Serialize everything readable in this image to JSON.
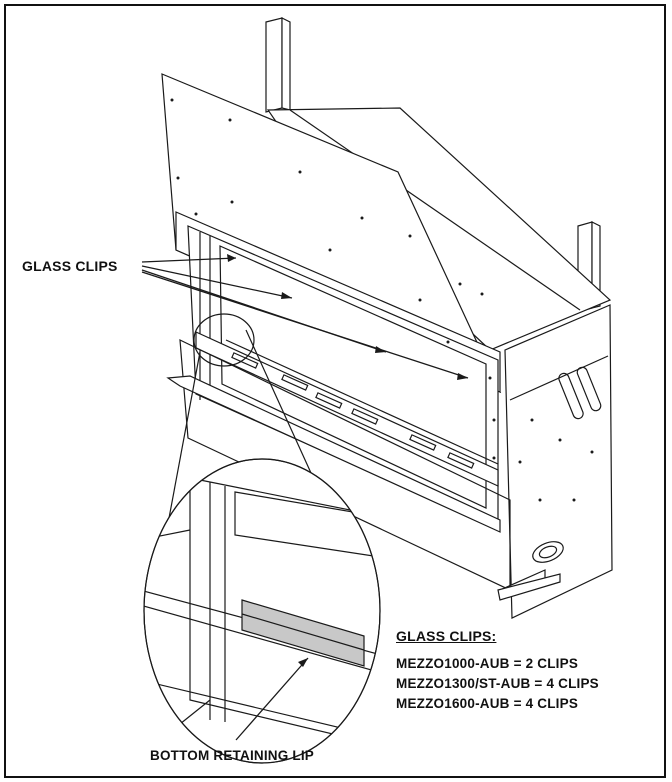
{
  "labels": {
    "glass_clips": "GLASS CLIPS",
    "bottom_retaining_lip": "BOTTOM RETAINING LIP"
  },
  "notes": {
    "title": "GLASS CLIPS:",
    "lines": [
      "MEZZO1000-AUB = 2 CLIPS",
      "MEZZO1300/ST-AUB = 4 CLIPS",
      "MEZZO1600-AUB = 4 CLIPS"
    ]
  },
  "colors": {
    "line": "#1a1a1a",
    "lip_fill": "#c8c8c8",
    "background": "#ffffff"
  }
}
